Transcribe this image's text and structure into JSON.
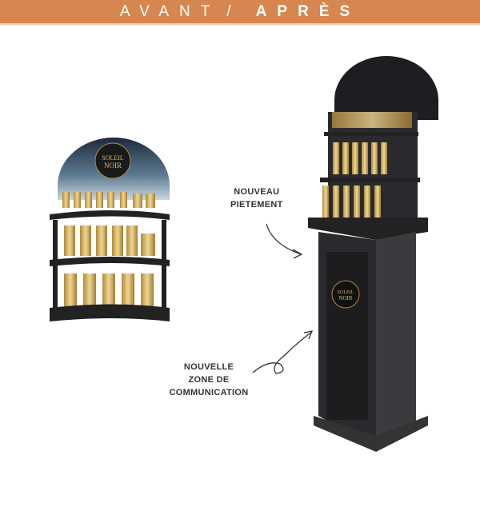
{
  "header": {
    "before": "AVANT",
    "separator": "/",
    "after": "APRÈS",
    "background": "#d6874f"
  },
  "annotations": {
    "base": [
      "NOUVEAU",
      "PIETEMENT"
    ],
    "communication": [
      "NOUVELLE",
      "ZONE DE",
      "COMMUNICATION"
    ]
  },
  "brand": {
    "line1": "SOLEIL",
    "line2": "NOIR"
  }
}
